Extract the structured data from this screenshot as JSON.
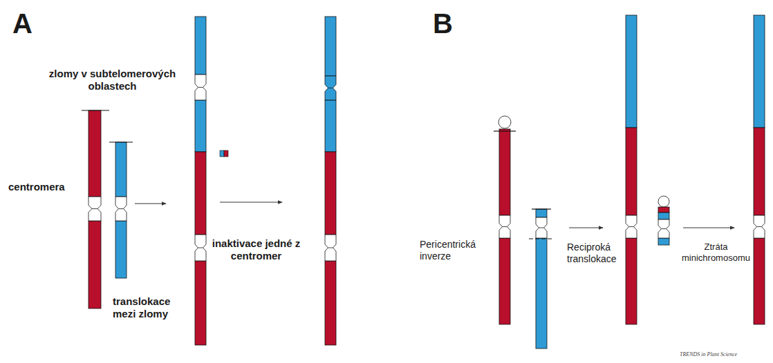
{
  "diagram": {
    "labels": [
      "A",
      "zlomy v subtelomerových oblastech",
      "centromera",
      "translokace mezi zlomy",
      "inaktivace jedné z centromer",
      "B",
      "Pericentrická inverze",
      "Reciproká translokace",
      "Ztráta minichromosomu",
      "TRENDS in Plant Science"
    ]
  }
}
